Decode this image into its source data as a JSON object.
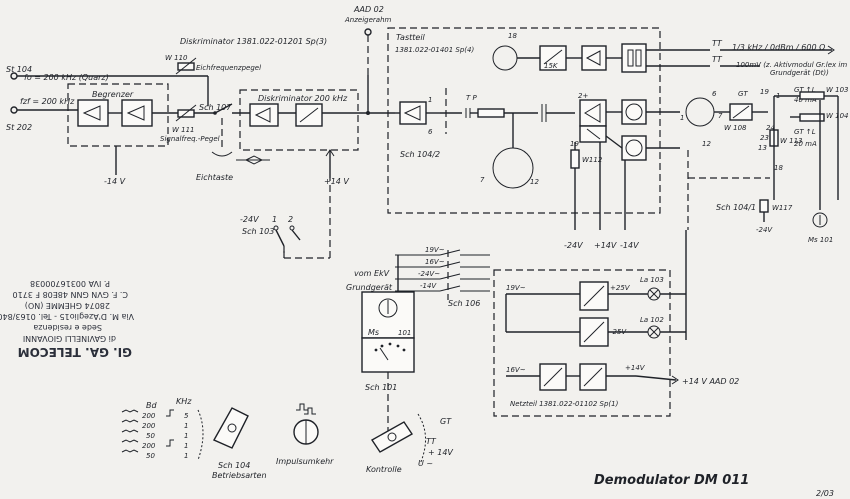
{
  "page": {
    "sheet_number": "2/03"
  },
  "title": {
    "main": "Demodulator  DM 011"
  },
  "inputs": {
    "st104": "St 104",
    "st202": "St 202",
    "fo": "fo = 200 kHz (Quarz)",
    "fzf": "fzf = 200 kHz"
  },
  "labels": {
    "begrenzer": "Begrenzer",
    "diskriminator_top": "Diskriminator 1381.022-01201 Sp(3)",
    "diskriminator_block": "Diskriminator 200 kHz",
    "aad02": "AAD 02",
    "anzeigerahmen": "Anzeigerahm",
    "w110": "W 110",
    "eichfrequenzpegel": "Eichfrequenzpegel",
    "w111": "W 111",
    "signalfrequenz": "Signalfreq.-Pegel",
    "sch107": "Sch 107",
    "eichtaste": "Eichtaste",
    "minus14v_a": "-14 V",
    "plus14v_a": "+14 V",
    "minus24v": "-24V",
    "sch103": "Sch 103",
    "sw_1": "1",
    "sw_2": "2",
    "tastteil": "Tastteil",
    "tastteil_no": "1381.022-01401 Sp(4)",
    "sch104_2": "Sch 104/2",
    "tp": "T P",
    "w112": "W112",
    "n1": "1",
    "n6": "6",
    "n7": "7",
    "n12": "12",
    "n18": "18",
    "n19": "19",
    "n2": "2+",
    "filter_15k": "15K",
    "bus_minus24": "-24V",
    "bus_plus14": "+14V",
    "bus_minus14": "-14V",
    "tt1": "TT",
    "tt1_desc": "1/3 kHz / 0dBm / 600 Ω",
    "tt2": "TT",
    "tt2_desc": "100mV (z. Aktivmodul Gr.lex im",
    "tt2_desc2": "Grundgerät (Dt))",
    "w108": "W 108",
    "gt": "GT",
    "gt_j": "GT ↑L",
    "ma40": "40 mA",
    "ma20": "20 mA",
    "w113": "W 113",
    "w103": "W 103",
    "w104": "W 104",
    "sch104_1": "Sch 104/1",
    "w117": "W117",
    "minus24v_b": "-24V",
    "ms101_meter": "Ms 101",
    "n6b": "6",
    "n1b": "1",
    "n12b": "12",
    "n7b": "7",
    "n19b": "19",
    "n18b": "18",
    "n13": "13",
    "n24": "24",
    "n23": "23",
    "n1c": "1",
    "v19": "19V~",
    "v16": "16V~",
    "v24": "-24V~",
    "v14": "-14V",
    "vom_ekv": "vom EkV",
    "grundgeraet": "Grundgerät",
    "sch106": "Sch 106",
    "ms101": "Ms",
    "ms101_num": "101",
    "sch101": "Sch 101",
    "la103": "La 103",
    "la102": "La 102",
    "v19_net": "19V~",
    "v16_net": "16V~",
    "p25v": "+25V",
    "m25v": "-25V",
    "p14v": "+14V",
    "out14": "+14 V  AAD 02",
    "netzteil": "Netzteil 1381.022-01102 Sp(1)",
    "bd": "Bd",
    "khz": "KHz",
    "bd_vals": [
      "200",
      "200",
      "50",
      "200",
      "50"
    ],
    "khz_vals": [
      "5",
      "1",
      "1",
      "1",
      "1"
    ],
    "sch104_knob": "Sch 104",
    "betriebsarten": "Betriebsarten",
    "impulsumkehr": "Impulsumkehr",
    "kontrolle": "Kontrolle",
    "gt_knob": "GT",
    "tt_knob": "TT",
    "p14_knob": "+ 14V",
    "u_knob": "U ~"
  },
  "stamp": {
    "line1": "GI. GA. TELECOM",
    "line2": "di GAVINELLI GIOVANNI",
    "line3": "Sede e residenza",
    "line4": "Via M. D'Azeglio15 - Tel. 0163/840832",
    "line5": "28074 GHEMME (NO)",
    "line6": "C. F. GVN GNN 48E08 F 3710",
    "line7": "P. IVA 00316700038"
  },
  "colors": {
    "ink": "#1f2228",
    "paper": "#f2f1ee",
    "stamp": "#2b2f3a"
  }
}
